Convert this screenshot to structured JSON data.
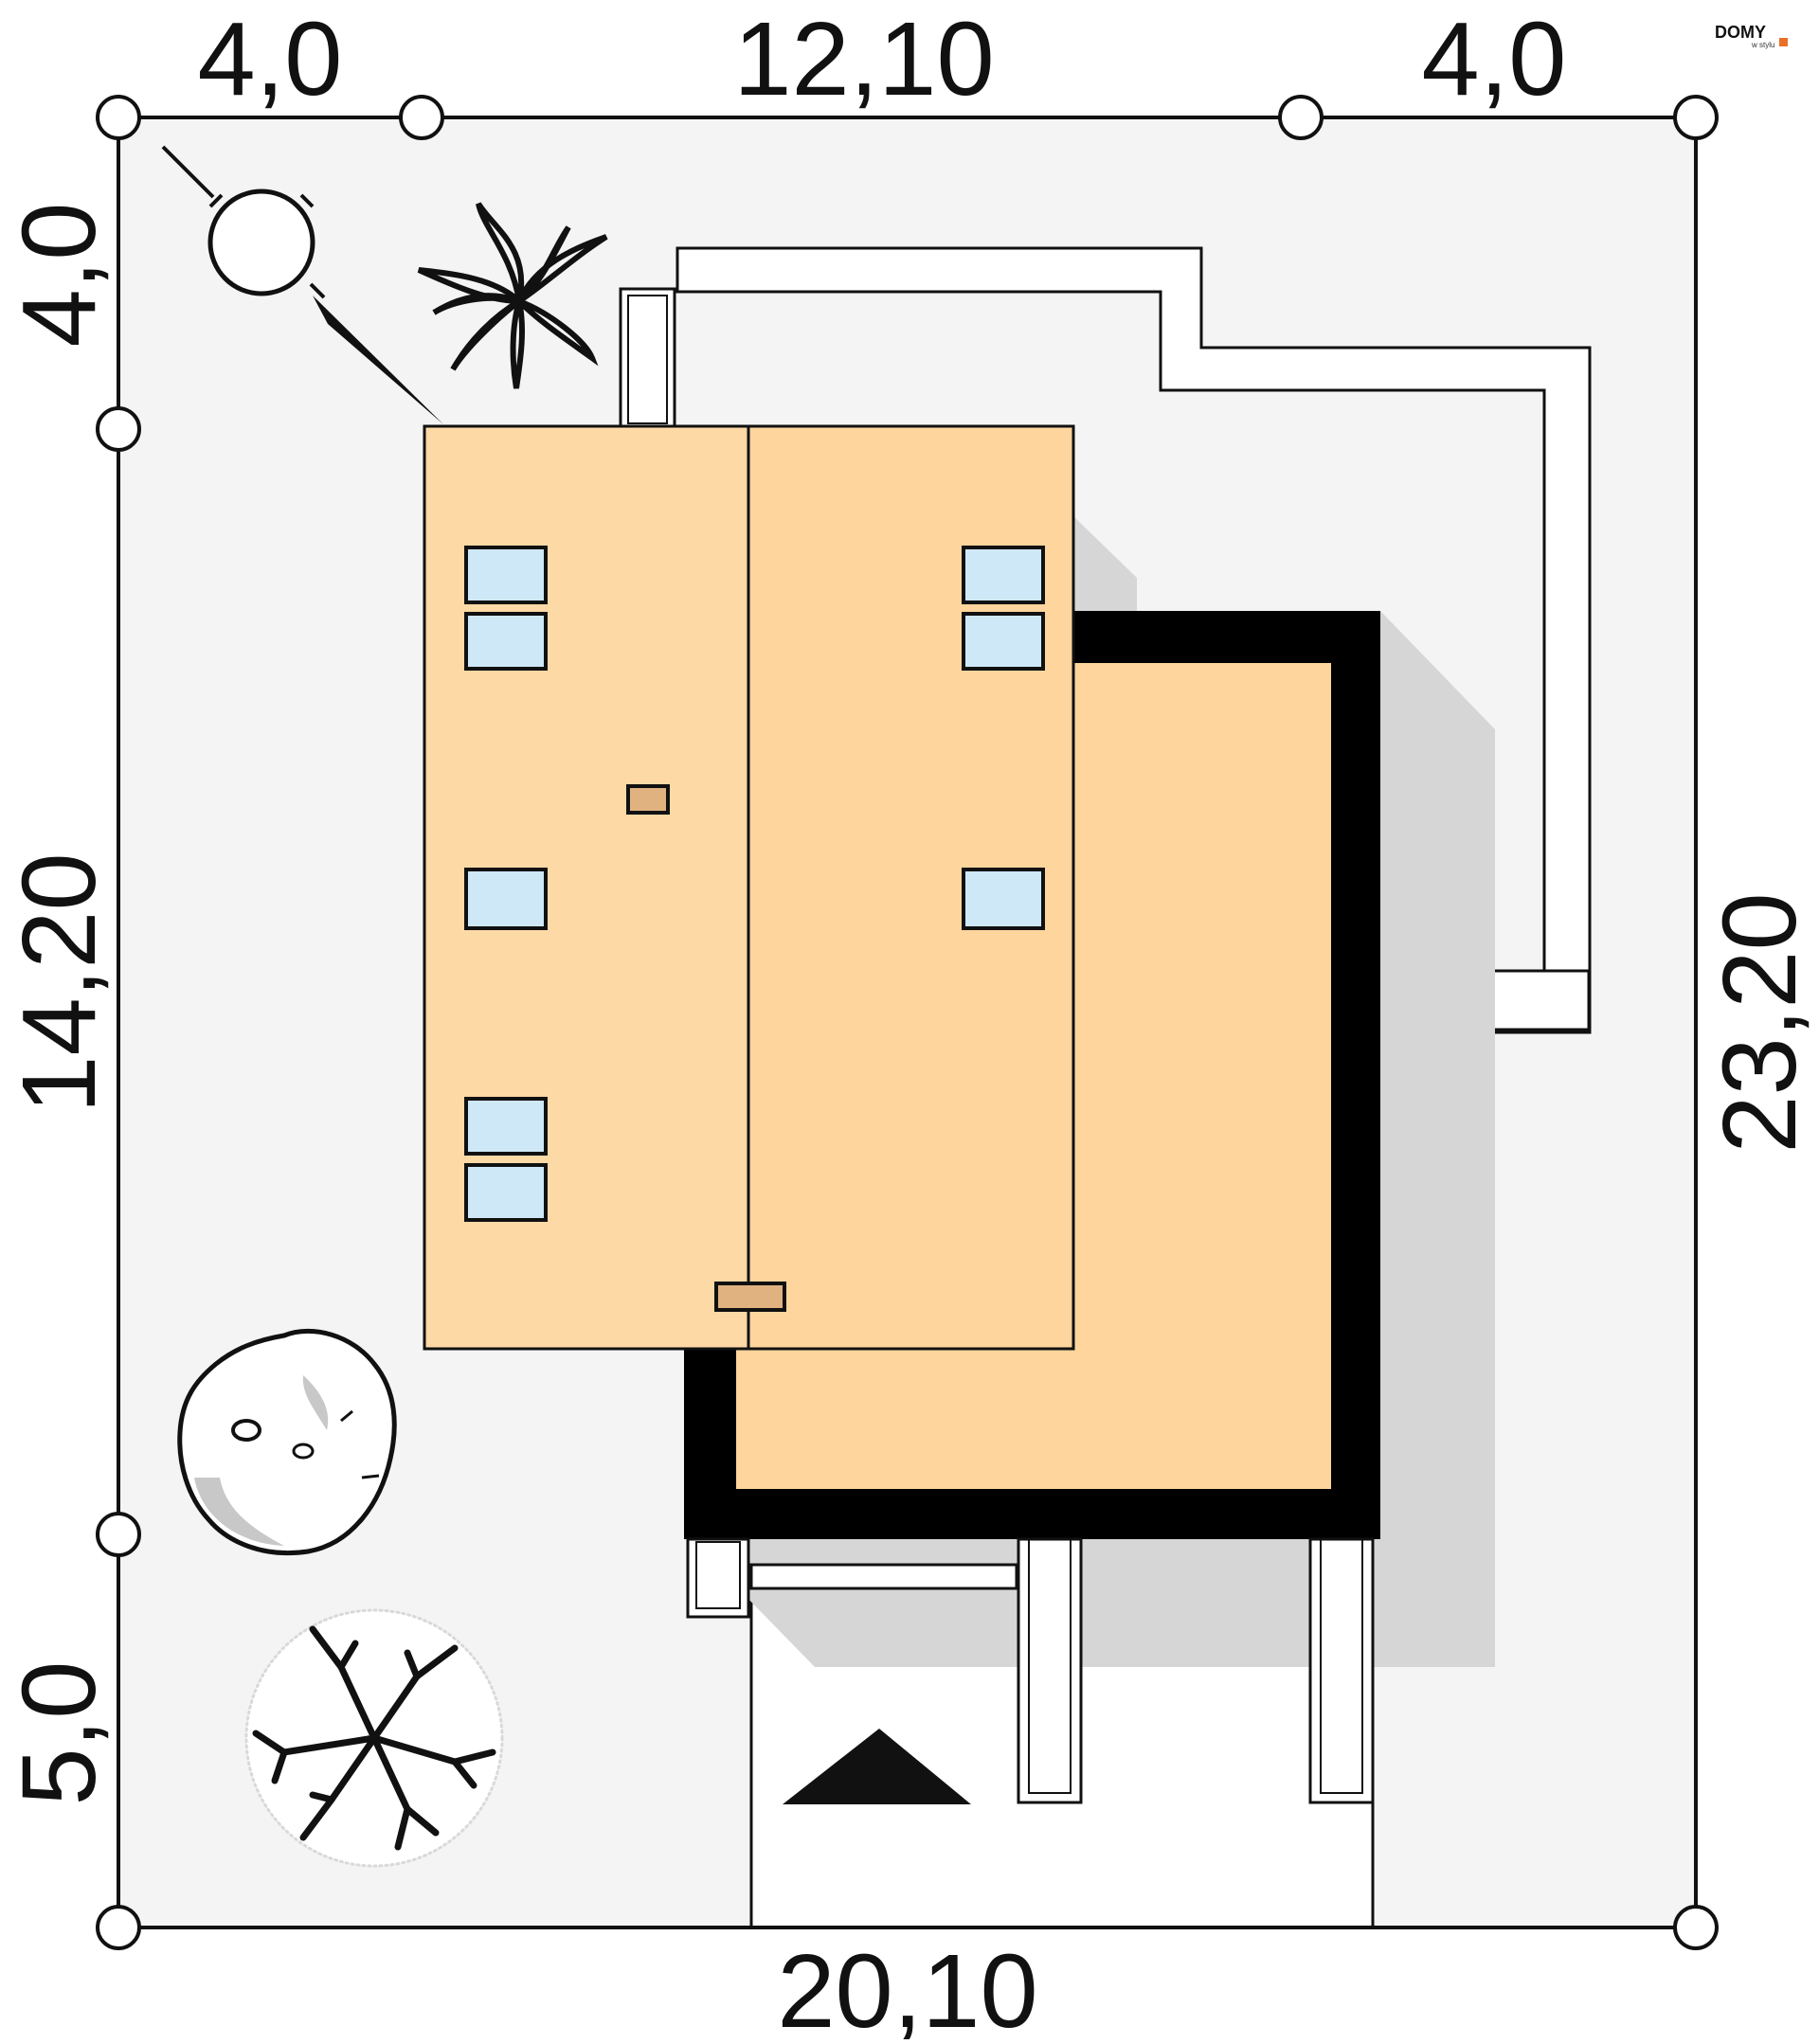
{
  "title": "",
  "dimensions": {
    "top_left": "4,0",
    "top_middle": "12,10",
    "top_right": "4,0",
    "bottom": "20,10",
    "left_upper": "4,0",
    "left_middle": "14,20",
    "left_lower": "5,0",
    "right": "23,20"
  },
  "logo": {
    "main": "DOMY",
    "sub": "w stylu"
  },
  "colors": {
    "plot": "#f4f4f4",
    "roof_left": "#fdd9a5",
    "roof_right": "#fdd59d",
    "garage_wall": "#000000",
    "garage_roof": "#fdd59d",
    "window": "#cfe8f7",
    "chimney": "#e0b27f",
    "shadow": "#d6d6d6",
    "logo_accent": "#e8702a"
  },
  "icons": {
    "compass": "north-arrow-icon",
    "plant": "plant-icon",
    "bush": "bush-icon",
    "tree": "tree-icon",
    "entrance": "entrance-triangle-icon"
  }
}
